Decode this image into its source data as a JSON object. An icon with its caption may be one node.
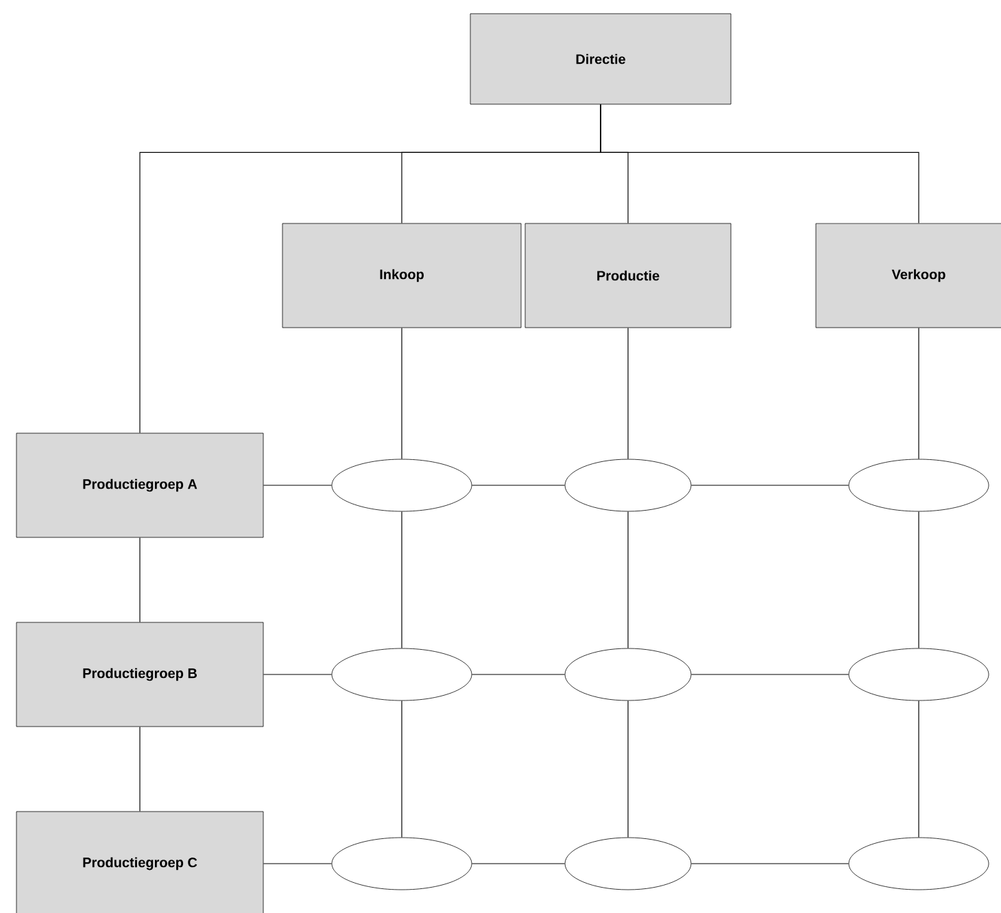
{
  "diagram": {
    "nodes": [
      {
        "text": [
          "Directie"
        ]
      },
      {
        "text": [
          "Inkoop"
        ]
      },
      {
        "text": [
          "Productie"
        ]
      },
      {
        "text": [
          "Verkoop"
        ]
      },
      {
        "text": [
          "Productiegroep A"
        ]
      },
      {
        "text": [
          "Productiegroep B"
        ]
      },
      {
        "text": [
          "Productiegroep C"
        ]
      },
      {
        "text": [],
        "shape": "ellipse"
      },
      {
        "text": [],
        "shape": "ellipse"
      },
      {
        "text": [],
        "shape": "ellipse"
      },
      {
        "text": [],
        "shape": "ellipse"
      },
      {
        "text": [],
        "shape": "ellipse"
      },
      {
        "text": [],
        "shape": "ellipse"
      },
      {
        "text": [],
        "shape": "ellipse"
      },
      {
        "text": [],
        "shape": "ellipse"
      },
      {
        "text": [],
        "shape": "ellipse"
      }
    ],
    "edges": [
      {
        "from": 0,
        "to": 1,
        "arrow": "none"
      },
      {
        "from": 0,
        "to": 2,
        "arrow": "none"
      },
      {
        "from": 0,
        "to": 3,
        "arrow": "none"
      },
      {
        "from": 0,
        "to": 4,
        "arrow": "none"
      },
      {
        "from": 1,
        "to": 7,
        "arrow": "none"
      },
      {
        "from": 2,
        "to": 8,
        "arrow": "none"
      },
      {
        "from": 3,
        "to": 9,
        "arrow": "none"
      },
      {
        "from": 4,
        "to": 5,
        "arrow": "none"
      },
      {
        "from": 5,
        "to": 6,
        "arrow": "none"
      },
      {
        "from": 4,
        "to": 7,
        "arrow": "none"
      },
      {
        "from": 7,
        "to": 8,
        "arrow": "none"
      },
      {
        "from": 8,
        "to": 9,
        "arrow": "none"
      },
      {
        "from": 5,
        "to": 10,
        "arrow": "none"
      },
      {
        "from": 10,
        "to": 11,
        "arrow": "none"
      },
      {
        "from": 11,
        "to": 12,
        "arrow": "none"
      },
      {
        "from": 6,
        "to": 13,
        "arrow": "none"
      },
      {
        "from": 13,
        "to": 14,
        "arrow": "none"
      },
      {
        "from": 14,
        "to": 15,
        "arrow": "none"
      },
      {
        "from": 7,
        "to": 10,
        "arrow": "none"
      },
      {
        "from": 10,
        "to": 13,
        "arrow": "none"
      },
      {
        "from": 8,
        "to": 11,
        "arrow": "none"
      },
      {
        "from": 11,
        "to": 14,
        "arrow": "none"
      },
      {
        "from": 9,
        "to": 12,
        "arrow": "none"
      },
      {
        "from": 12,
        "to": 15,
        "arrow": "none"
      }
    ]
  }
}
